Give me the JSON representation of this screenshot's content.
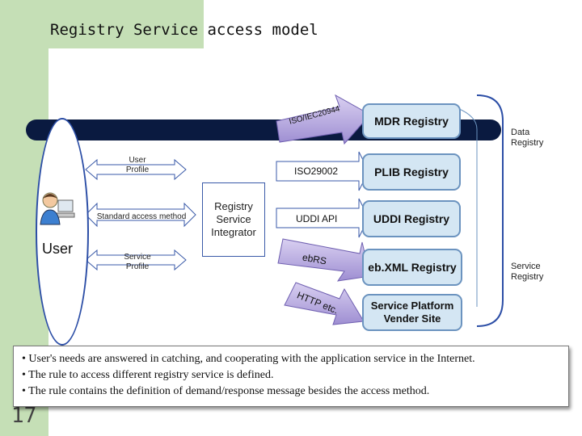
{
  "title": "Registry Service access model",
  "page_number": "17",
  "user": {
    "label": "User",
    "profile_user": "User\nProfile",
    "standard_access": "Standard access method",
    "profile_service": "Service\nProfile"
  },
  "integrator": "Registry\nService\nIntegrator",
  "protocols": {
    "p1": "ISO/IEC20944",
    "p2": "ISO29002",
    "p3": "UDDI API",
    "p4": "ebRS",
    "p5": "HTTP etc."
  },
  "registries": {
    "r1": "MDR Registry",
    "r2": "PLIB Registry",
    "r3": "UDDI Registry",
    "r4": "eb.XML Registry",
    "r5": "Service Platform\nVender Site"
  },
  "side_labels": {
    "data": "Data\nRegistry",
    "service": "Service\nRegistry"
  },
  "notes": [
    "• User's needs are answered in catching, and cooperating with the application service in the Internet.",
    "• The rule to access different registry service is defined.",
    "• The rule contains the definition of demand/response message besides the access method."
  ],
  "colors": {
    "bar": "#0a1a40",
    "registry_fill": "#d4e6f3",
    "arrow_fill": "#b4a6dd",
    "background_green": "#c5dfb6"
  },
  "icons": {
    "user": "user-at-computer-icon"
  }
}
